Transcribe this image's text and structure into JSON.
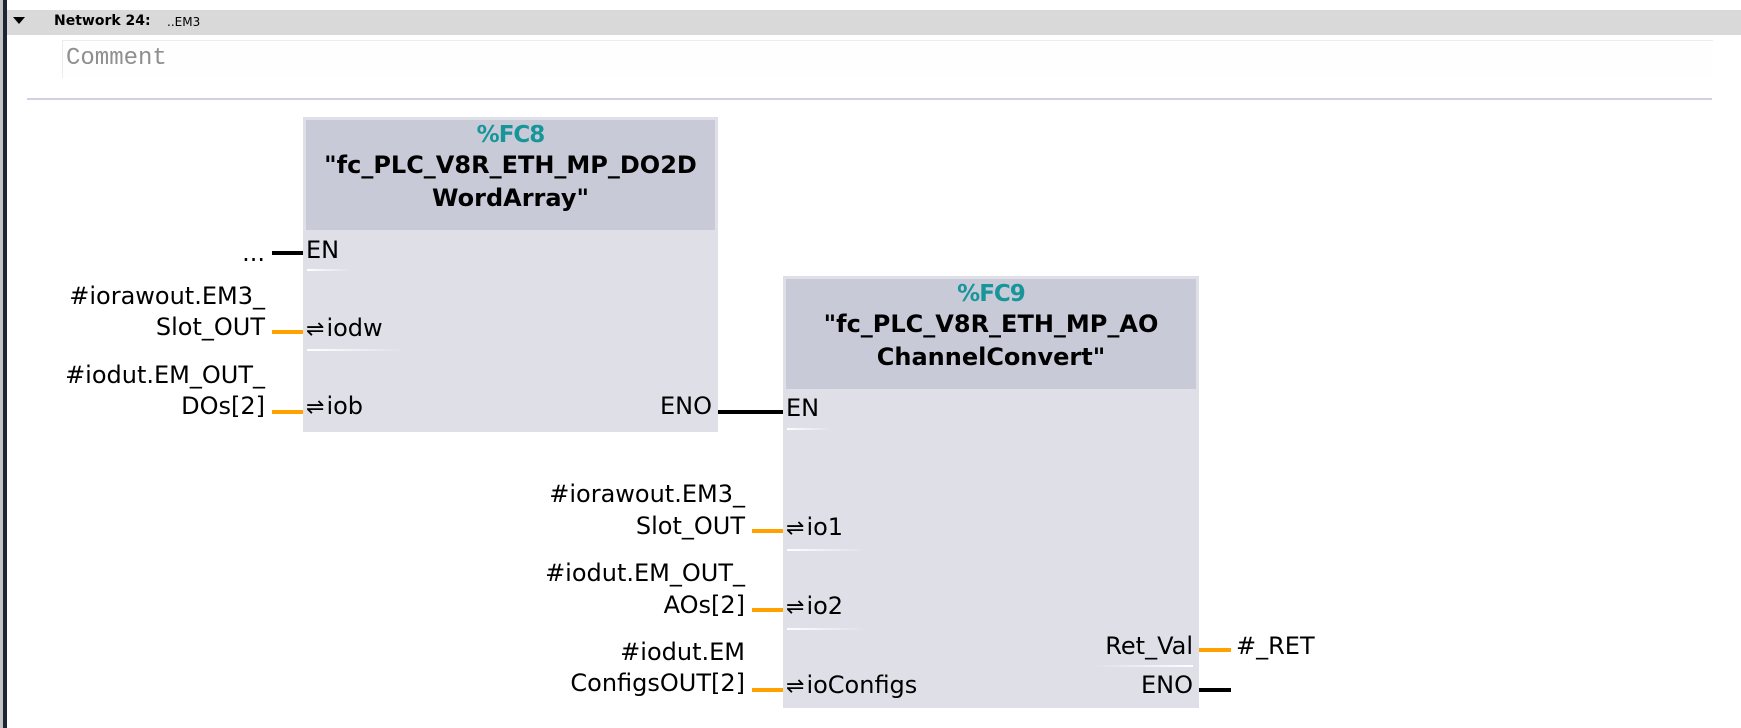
{
  "network": {
    "title": "Network 24:",
    "name": "..EM3",
    "comment_placeholder": "Comment"
  },
  "colors": {
    "block_body": "#dfdfe8",
    "block_header": "#c9cad8",
    "fc_address": "#17969a",
    "wire_bool": "#000000",
    "wire_inout": "#ffa200",
    "network_header": "#d9d9d9"
  },
  "icons": {
    "inout": "⇌",
    "collapse": "triangle-down"
  },
  "blocks": [
    {
      "address": "%FC8",
      "name_line1": "\"fc_PLC_V8R_ETH_MP_DO2D",
      "name_line2": "WordArray\"",
      "inputs": [
        {
          "pin": "EN",
          "type": "bool",
          "operand_line1": "",
          "operand_line2": "..."
        },
        {
          "pin": "iodw",
          "type": "inout",
          "operand_line1": "#iorawout.EM3_",
          "operand_line2": "Slot_OUT"
        },
        {
          "pin": "iob",
          "type": "inout",
          "operand_line1": "#iodut.EM_OUT_",
          "operand_line2": "DOs[2]"
        }
      ],
      "outputs": [
        {
          "pin": "ENO",
          "type": "bool",
          "operand": ""
        }
      ]
    },
    {
      "address": "%FC9",
      "name_line1": "\"fc_PLC_V8R_ETH_MP_AO",
      "name_line2": "ChannelConvert\"",
      "inputs": [
        {
          "pin": "EN",
          "type": "bool",
          "operand_line1": "",
          "operand_line2": ""
        },
        {
          "pin": "io1",
          "type": "inout",
          "operand_line1": "#iorawout.EM3_",
          "operand_line2": "Slot_OUT"
        },
        {
          "pin": "io2",
          "type": "inout",
          "operand_line1": "#iodut.EM_OUT_",
          "operand_line2": "AOs[2]"
        },
        {
          "pin": "ioConfigs",
          "type": "inout",
          "operand_line1": "#iodut.EM",
          "operand_line2": "ConfigsOUT[2]"
        }
      ],
      "outputs": [
        {
          "pin": "Ret_Val",
          "type": "value",
          "operand": "#_RET"
        },
        {
          "pin": "ENO",
          "type": "bool",
          "operand": ""
        }
      ]
    }
  ]
}
